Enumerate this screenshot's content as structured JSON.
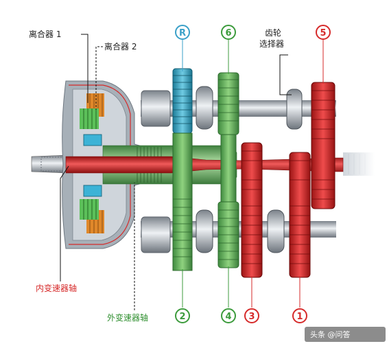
{
  "labels": {
    "clutch1": "离合器 1",
    "clutch2": "离合器 2",
    "selector_line1": "齿轮",
    "selector_line2": "选择器",
    "inner_shaft": "内变速器轴",
    "outer_shaft": "外变速器轴"
  },
  "gear_marks": {
    "top": [
      {
        "text": "R",
        "color": "#3aa0c8"
      },
      {
        "text": "6",
        "color": "#3c9b3c"
      },
      {
        "text": "5",
        "color": "#d62a2a"
      }
    ],
    "bottom": [
      {
        "text": "2",
        "color": "#3c9b3c"
      },
      {
        "text": "4",
        "color": "#3c9b3c"
      },
      {
        "text": "3",
        "color": "#d62a2a"
      },
      {
        "text": "1",
        "color": "#d62a2a"
      }
    ]
  },
  "watermark": "头条 @问答",
  "colors": {
    "inner_shaft": "#d62a2a",
    "outer_shaft": "#3c9b3c",
    "reverse_gear": "#2aa0c0",
    "casing": "#9aa3ad",
    "clutch_orange": "#e0882a",
    "leader": "#111111"
  }
}
